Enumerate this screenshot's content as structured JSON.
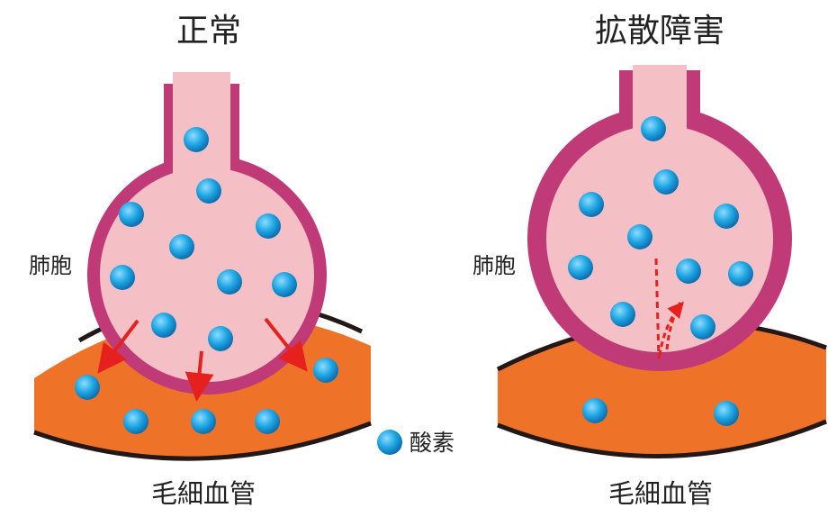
{
  "panels": {
    "normal": {
      "title": "正常",
      "alveolus_label": "肺胞",
      "capillary_label": "毛細血管"
    },
    "impaired": {
      "title": "拡散障害",
      "alveolus_label": "肺胞",
      "capillary_label": "毛細血管"
    }
  },
  "legend": {
    "oxygen_label": "酸素",
    "oxygen_icon": "blue-sphere-icon"
  },
  "colors": {
    "alveolus_fill": "#f4c0c6",
    "alveolus_wall": "#bf3a77",
    "capillary_fill": "#ee7328",
    "capillary_edge": "#231815",
    "oxygen": "#1fa6e3",
    "arrow": "#e6211d"
  }
}
